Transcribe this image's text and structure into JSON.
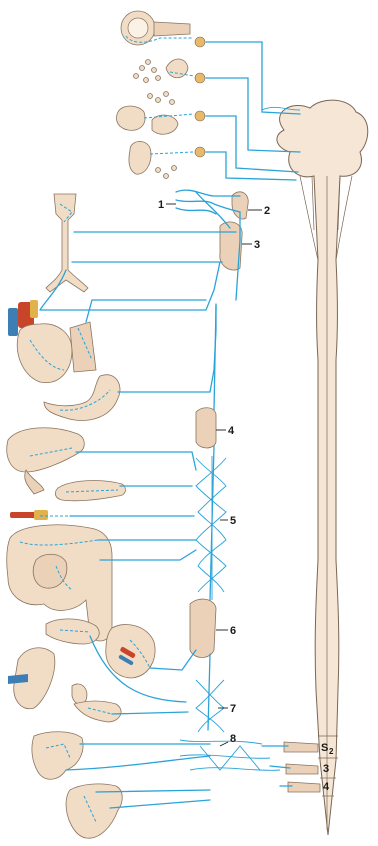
{
  "labels": {
    "l1": "1",
    "l2": "2",
    "l3": "3",
    "l4": "4",
    "l5": "5",
    "l6": "6",
    "l7": "7",
    "l8": "8",
    "s2_main": "S",
    "s2_sub": "2",
    "s3": "3",
    "s4": "4"
  },
  "colors": {
    "nerve": "#2aa3d8",
    "organ": "#f1dcc6",
    "cord": "#f5e6d6"
  }
}
